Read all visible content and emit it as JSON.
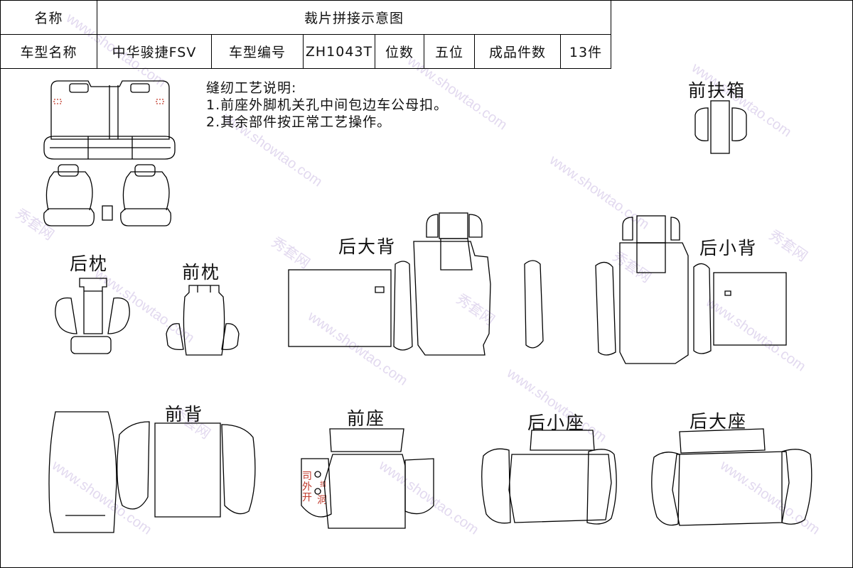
{
  "header": {
    "name_label": "名称",
    "title": "裁片拼接示意图",
    "car_name_label": "车型名称",
    "car_name": "中华骏捷FSV",
    "car_code_label": "车型编号",
    "car_code": "ZH1043T",
    "seats_label": "位数",
    "seats": "五位",
    "pieces_label": "成品件数",
    "pieces": "13件"
  },
  "notes": {
    "heading": "缝纫工艺说明:",
    "line1": "1.前座外脚机关孔中间包边车公母扣。",
    "line2": "2.其余部件按正常工艺操作。"
  },
  "labels": {
    "front_armrest": "前扶箱",
    "rear_headrest": "后枕",
    "front_headrest": "前枕",
    "rear_big_back": "后大背",
    "rear_small_back": "后小背",
    "front_back": "前背",
    "front_seat": "前座",
    "rear_small_seat": "后小座",
    "rear_big_seat": "后大座"
  },
  "hole_note": {
    "left_text": "司外开",
    "right_text": "洞",
    "snap_text": "扣"
  },
  "watermark": "www.showtao.com",
  "watermark_cn": "秀套网",
  "colors": {
    "line": "#000000",
    "watermark": "#b9a6d8",
    "red_note": "#c0392b"
  }
}
